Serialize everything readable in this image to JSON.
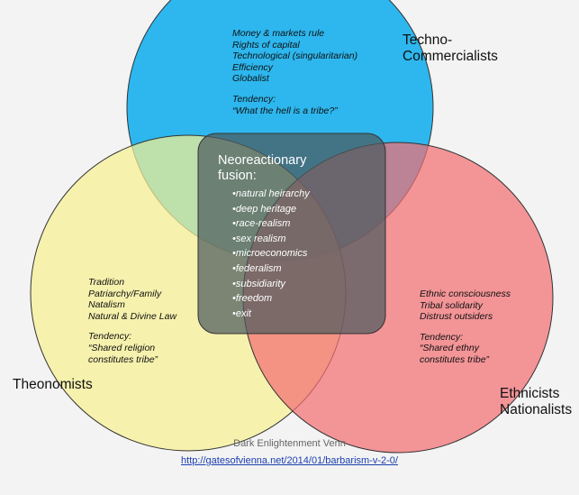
{
  "colors": {
    "background": "#f3f3f3",
    "techno_circle": "#2db7ee",
    "theo_circle": "#f6f091",
    "ethno_circle": "#f26f73",
    "fusion_box": "#4c5a5e",
    "link": "#1a3fb0"
  },
  "techno": {
    "label_line1": "Techno-",
    "label_line2": "Commercialists",
    "items": [
      "Money & markets rule",
      "Rights of capital",
      "Technological (singularitarian)",
      "Efficiency",
      "Globalist"
    ],
    "tendency_label": "Tendency:",
    "tendency_quote": "“What the hell is a tribe?”"
  },
  "theo": {
    "label": "Theonomists",
    "items": [
      "Tradition",
      "Patriarchy/Family",
      "Natalism",
      "Natural & Divine Law"
    ],
    "tendency_label": "Tendency:",
    "tendency_quote_line1": "“Shared religion",
    "tendency_quote_line2": "constitutes tribe”"
  },
  "ethno": {
    "label_line1": "Ethnicists",
    "label_line2": "Nationalists",
    "items": [
      "Ethnic consciousness",
      "Tribal solidarity",
      "Distrust outsiders"
    ],
    "tendency_label": "Tendency:",
    "tendency_quote_line1": "“Shared ethny",
    "tendency_quote_line2": "constitutes tribe”"
  },
  "fusion": {
    "title_line1": "Neoreactionary",
    "title_line2": "fusion:",
    "items": [
      "natural heirarchy",
      "deep heritage",
      "race-realism",
      "sex realism",
      "microeconomics",
      "federalism",
      "subsidiarity",
      "freedom",
      "exit"
    ]
  },
  "caption": "Dark Enlightenment Venn",
  "source_url": "http://gatesofvienna.net/2014/01/barbarism-v-2-0/"
}
